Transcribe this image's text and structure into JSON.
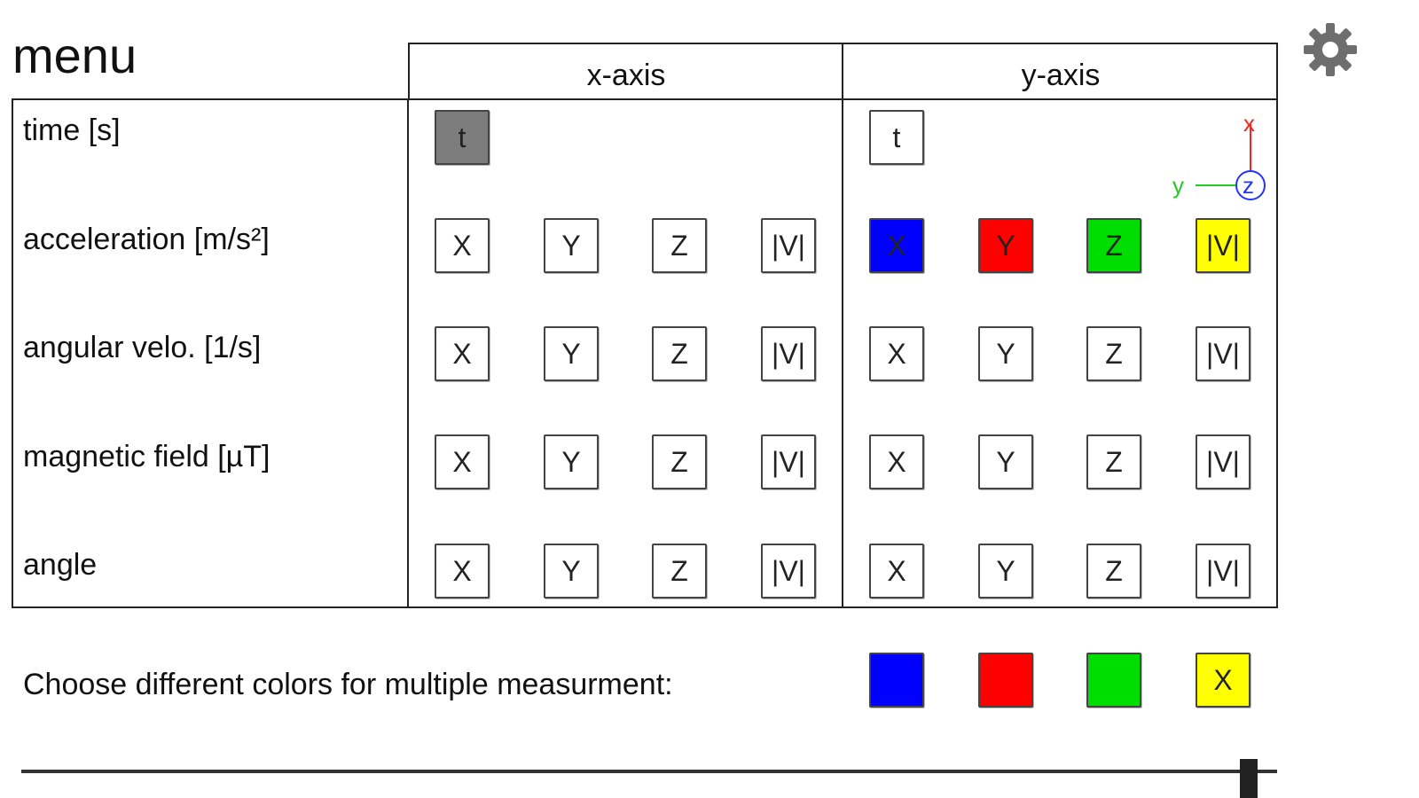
{
  "menu": {
    "title": "menu"
  },
  "settings": {
    "icon": "gear-icon"
  },
  "axes": {
    "x_header": "x-axis",
    "y_header": "y-axis"
  },
  "rows": [
    {
      "label": "time [s]"
    },
    {
      "label": "acceleration [m/s²]"
    },
    {
      "label": "angular velo. [1/s]"
    },
    {
      "label": "magnetic field [µT]"
    },
    {
      "label": "angle"
    }
  ],
  "time_buttons": {
    "x": "t",
    "y": "t"
  },
  "component_labels": [
    "X",
    "Y",
    "Z",
    "|V|"
  ],
  "orientation_icon": {
    "x": "x",
    "y": "y",
    "z": "z"
  },
  "colors": {
    "blue": "#0000ff",
    "red": "#ff0000",
    "green": "#00dd00",
    "yellow": "#ffff00",
    "selected_gray": "#7d7d7d"
  },
  "color_picker": {
    "label": "Choose different colors for multiple measurment:",
    "yellow_mark": "X"
  }
}
